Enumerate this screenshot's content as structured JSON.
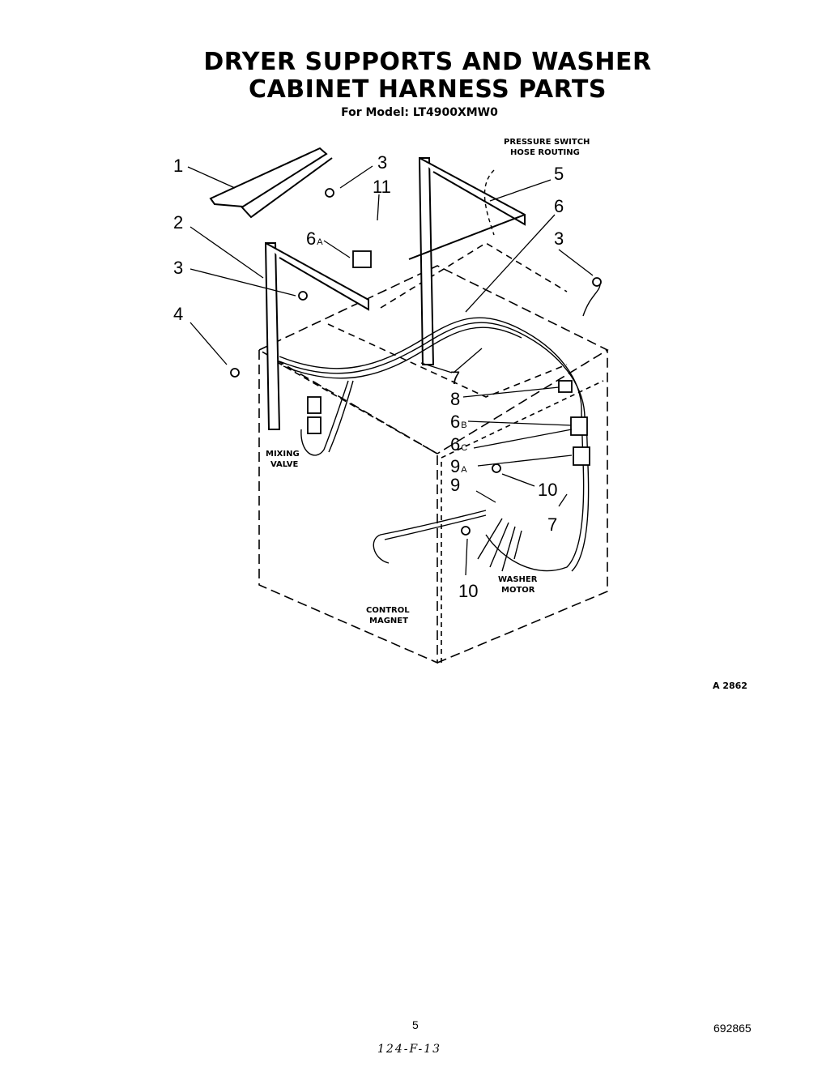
{
  "title_line1": "DRYER SUPPORTS AND WASHER",
  "title_line2": "CABINET HARNESS PARTS",
  "model_line": "For Model: LT4900XMW0",
  "figure_id": "A 2862",
  "page_number": "5",
  "part_number": "692865",
  "handwritten_note": "124-F-13",
  "callouts": {
    "pressure_switch_1": "PRESSURE SWITCH",
    "pressure_switch_2": "HOSE ROUTING",
    "mixing_valve_1": "MIXING",
    "mixing_valve_2": "VALVE",
    "control_magnet_1": "CONTROL",
    "control_magnet_2": "MAGNET",
    "washer_motor_1": "WASHER",
    "washer_motor_2": "MOTOR"
  },
  "part_labels": [
    {
      "num": "1",
      "sub": ""
    },
    {
      "num": "2",
      "sub": ""
    },
    {
      "num": "3",
      "sub": ""
    },
    {
      "num": "4",
      "sub": ""
    },
    {
      "num": "3",
      "sub": ""
    },
    {
      "num": "11",
      "sub": ""
    },
    {
      "num": "6",
      "sub": "A"
    },
    {
      "num": "5",
      "sub": ""
    },
    {
      "num": "6",
      "sub": ""
    },
    {
      "num": "3",
      "sub": ""
    },
    {
      "num": "7",
      "sub": ""
    },
    {
      "num": "8",
      "sub": ""
    },
    {
      "num": "6",
      "sub": "B"
    },
    {
      "num": "6",
      "sub": "C"
    },
    {
      "num": "9",
      "sub": "A"
    },
    {
      "num": "9",
      "sub": ""
    },
    {
      "num": "10",
      "sub": ""
    },
    {
      "num": "7",
      "sub": ""
    },
    {
      "num": "10",
      "sub": ""
    }
  ]
}
